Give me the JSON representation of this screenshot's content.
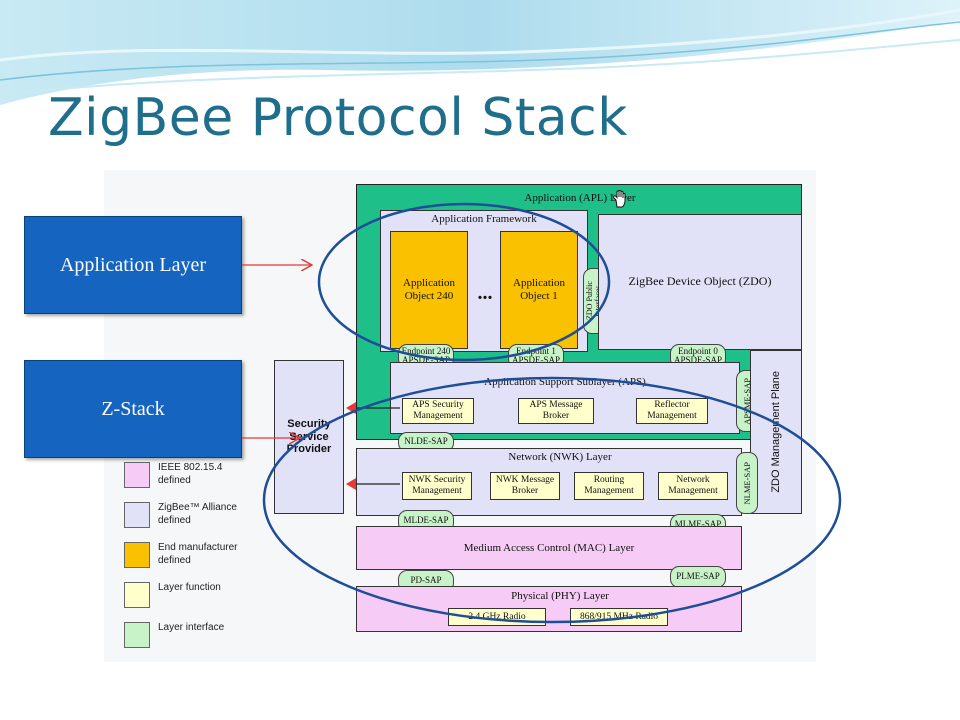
{
  "slide": {
    "title": "ZigBee Protocol Stack"
  },
  "callouts": {
    "application_layer": "Application Layer",
    "zstack": "Z-Stack"
  },
  "diagram": {
    "apl_layer": "Application (APL) Layer",
    "app_framework": "Application Framework",
    "app_object_240": "Application Object 240",
    "app_object_1": "Application Object 1",
    "ellipsis": "...",
    "zdo_public_interfaces": "ZDO Public Interfaces",
    "zdo": "ZigBee Device Object (ZDO)",
    "endpoint_240_sap": "Endpoint 240 APSDE-SAP",
    "endpoint_1_sap": "Endpoint 1 APSDE-SAP",
    "endpoint_0_sap": "Endpoint 0 APSDE-SAP",
    "aps_sublayer": "Application Support Sublayer (APS)",
    "aps_security": "APS Security Management",
    "aps_message_broker": "APS Message Broker",
    "reflector_management": "Reflector Management",
    "apsme_sap": "APSME-SAP",
    "zdo_management_plane": "ZDO Management Plane",
    "security_service_provider": "Security Service Provider",
    "nlde_sap": "NLDE-SAP",
    "nwk_layer": "Network (NWK) Layer",
    "nwk_security": "NWK Security Management",
    "nwk_message_broker": "NWK Message Broker",
    "routing_management": "Routing Management",
    "network_management": "Network Management",
    "nlme_sap": "NLME-SAP",
    "mlde_sap": "MLDE-SAP",
    "mlme_sap": "MLME-SAP",
    "mac_layer": "Medium Access Control (MAC) Layer",
    "pd_sap": "PD-SAP",
    "plme_sap": "PLME-SAP",
    "phy_layer": "Physical (PHY) Layer",
    "radio_24": "2.4 GHz Radio",
    "radio_868": "868/915 MHz Radio"
  },
  "legend": [
    {
      "label": "IEEE 802.15.4 defined",
      "color": "#f6ccf6"
    },
    {
      "label": "ZigBee™ Alliance defined",
      "color": "#e1e1f8"
    },
    {
      "label": "End manufacturer defined",
      "color": "#f9c100"
    },
    {
      "label": "Layer function",
      "color": "#ffffcc"
    },
    {
      "label": "Layer interface",
      "color": "#c8f2c8"
    }
  ],
  "colors": {
    "title": "#1e6e8c",
    "callout_fill": "#1565c0",
    "ellipse_stroke": "#1f4e99",
    "arrow": "#e53935"
  }
}
